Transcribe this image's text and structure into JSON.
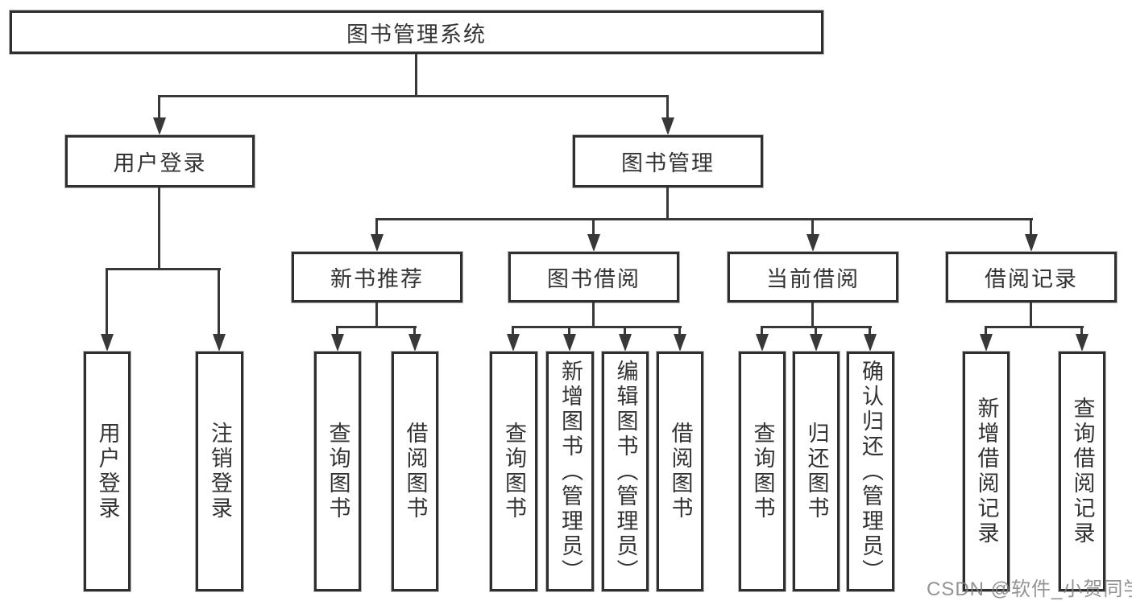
{
  "diagram": {
    "title": "图书管理系统",
    "level2": {
      "login": "用户登录",
      "management": "图书管理"
    },
    "level3": {
      "new_books": "新书推荐",
      "borrowing": "图书借阅",
      "current": "当前借阅",
      "records": "借阅记录"
    },
    "leaves": {
      "login": [
        "用户登录",
        "注销登录"
      ],
      "new_books": [
        "查询图书",
        "借阅图书"
      ],
      "borrowing": [
        "查询图书",
        "新增图书（管理员）",
        "编辑图书（管理员）",
        "借阅图书"
      ],
      "current": [
        "查询图书",
        "归还图书",
        "确认归还（管理员）"
      ],
      "records": [
        "新增借阅记录",
        "查询借阅记录"
      ]
    }
  },
  "watermark": "CSDN @软件_小贺同学",
  "colors": {
    "line": "#383838",
    "box_border": "#2f2f2f",
    "text": "#333333",
    "watermark": "#808080",
    "background": "#ffffff"
  }
}
